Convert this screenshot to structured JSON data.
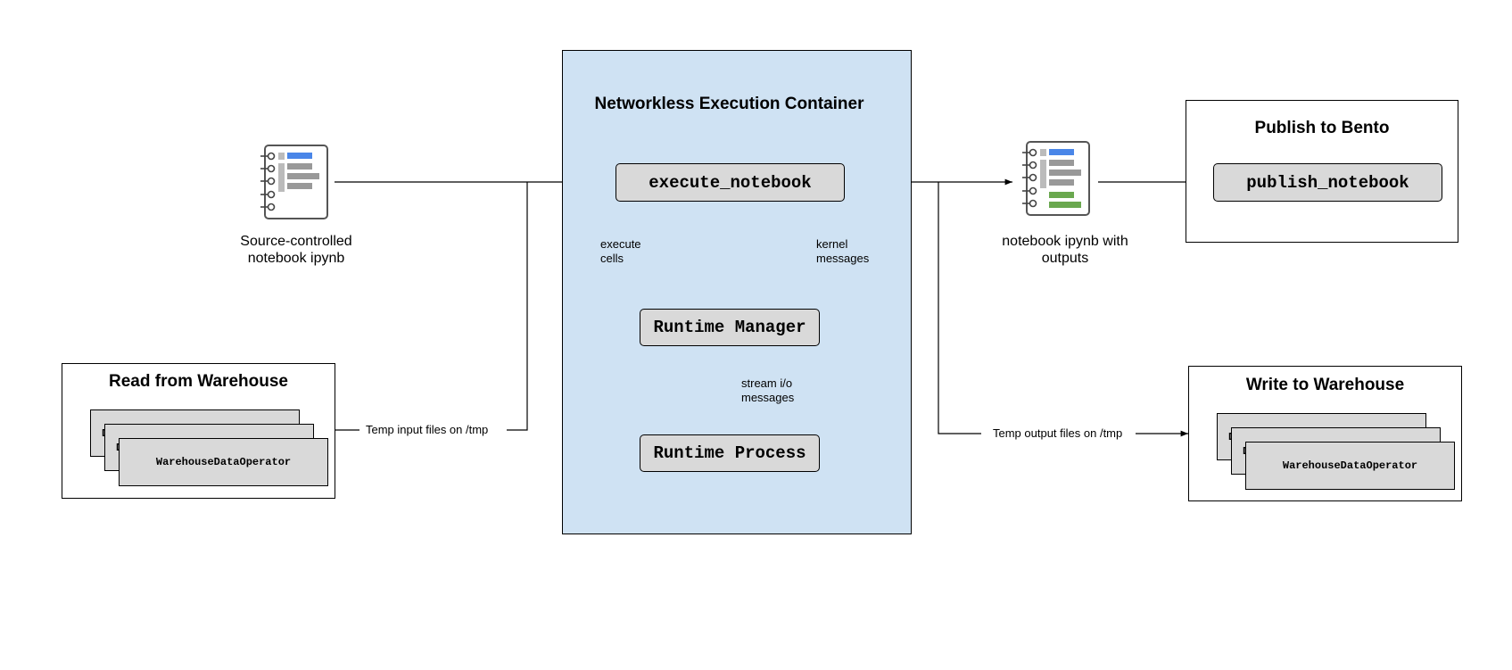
{
  "container": {
    "title": "Networkless Execution Container"
  },
  "nodes": {
    "execute_notebook": "execute_notebook",
    "runtime_manager": "Runtime Manager",
    "runtime_process": "Runtime Process",
    "publish_notebook": "publish_notebook"
  },
  "edge_labels": {
    "execute_cells": "execute\ncells",
    "kernel_messages": "kernel\nmessages",
    "stream_io": "stream i/o\nmessages",
    "temp_input": "Temp input files on /tmp",
    "temp_output": "Temp output files on /tmp"
  },
  "source_notebook": {
    "caption": "Source-controlled\nnotebook ipynb"
  },
  "output_notebook": {
    "caption": "notebook ipynb with\noutputs"
  },
  "publish_box": {
    "title": "Publish to Bento"
  },
  "read_warehouse": {
    "title": "Read from Warehouse",
    "operator_back": "DataOperator",
    "operator_middle": "DataOperator",
    "operator_front": "WarehouseDataOperator"
  },
  "write_warehouse": {
    "title": "Write to Warehouse",
    "operator_back": "DataOperator",
    "operator_middle": "DataOperator",
    "operator_front": "WarehouseDataOperator"
  },
  "colors": {
    "container_fill": "#cfe2f3",
    "node_fill": "#d9d9d9",
    "icon_blue": "#4a86e8",
    "icon_gray": "#999999",
    "icon_green": "#6aa84f"
  }
}
